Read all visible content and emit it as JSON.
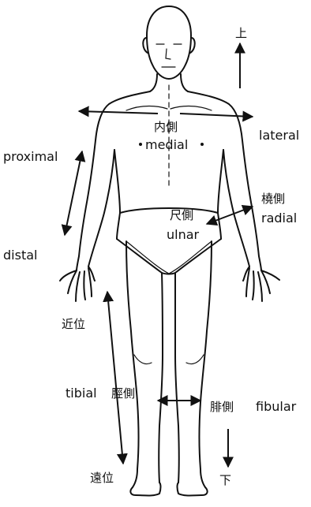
{
  "labels": {
    "up": "上",
    "down": "下",
    "medial_jp": "内側",
    "medial_en": "medial",
    "lateral": "lateral",
    "proximal": "proximal",
    "distal": "distal",
    "radial_jp": "橈側",
    "radial_en": "radial",
    "ulnar_jp": "尺側",
    "ulnar_en": "ulnar",
    "proximal_jp": "近位",
    "distal_jp": "遠位",
    "tibial_en": "tibial",
    "tibial_jp": "脛側",
    "fibular_jp": "腓側",
    "fibular_en": "fibular"
  }
}
